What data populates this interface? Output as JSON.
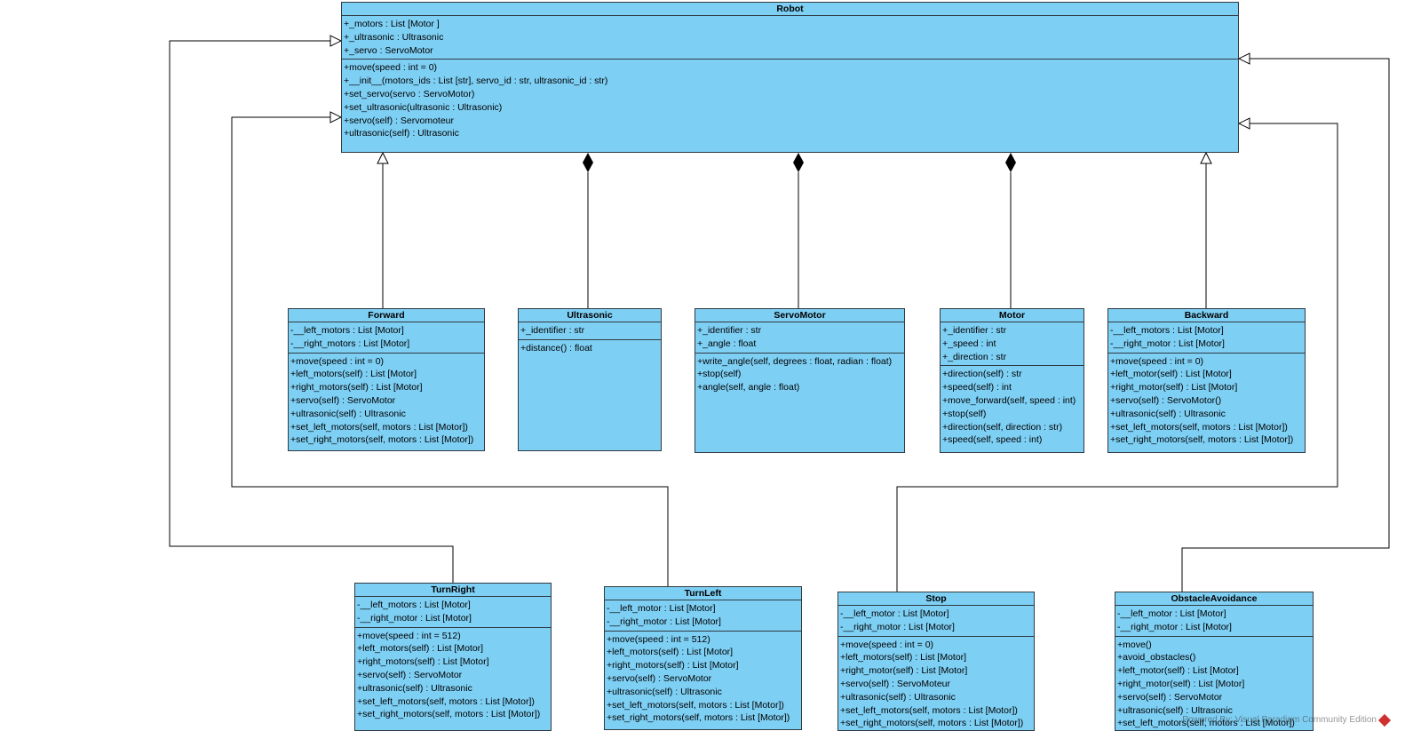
{
  "diagram": {
    "classes": {
      "robot": {
        "name": "Robot",
        "attributes": [
          "+_motors : List [Motor ]",
          "+_ultrasonic : Ultrasonic",
          "+_servo : ServoMotor"
        ],
        "operations": [
          "+move(speed : int = 0)",
          "+__init__(motors_ids : List [str], servo_id : str, ultrasonic_id : str)",
          "+set_servo(servo : ServoMotor)",
          "+set_ultrasonic(ultrasonic : Ultrasonic)",
          "+servo(self) : Servomoteur",
          "+ultrasonic(self) : Ultrasonic"
        ]
      },
      "forward": {
        "name": "Forward",
        "attributes": [
          "-__left_motors : List [Motor]",
          "-__right_motors : List [Motor]"
        ],
        "operations": [
          "+move(speed : int = 0)",
          "+left_motors(self) : List [Motor]",
          "+right_motors(self) : List [Motor]",
          "+servo(self) : ServoMotor",
          "+ultrasonic(self) : Ultrasonic",
          "+set_left_motors(self, motors : List [Motor])",
          "+set_right_motors(self, motors : List [Motor])"
        ]
      },
      "ultrasonic": {
        "name": "Ultrasonic",
        "attributes": [
          "+_identifier : str"
        ],
        "operations": [
          "+distance() : float"
        ]
      },
      "servomotor": {
        "name": "ServoMotor",
        "attributes": [
          "+_identifier : str",
          "+_angle : float"
        ],
        "operations": [
          "+write_angle(self, degrees : float, radian : float)",
          "+stop(self)",
          "+angle(self, angle : float)"
        ]
      },
      "motor": {
        "name": "Motor",
        "attributes": [
          "+_identifier : str",
          "+_speed : int",
          "+_direction : str"
        ],
        "operations": [
          "+direction(self) : str",
          "+speed(self) : int",
          "+move_forward(self, speed : int)",
          "+stop(self)",
          "+direction(self, direction : str)",
          "+speed(self, speed : int)"
        ]
      },
      "backward": {
        "name": "Backward",
        "attributes": [
          "-__left_motors : List [Motor]",
          "-__right_motor : List [Motor]"
        ],
        "operations": [
          "+move(speed : int = 0)",
          "+left_motor(self) : List [Motor]",
          "+right_motor(self) : List [Motor]",
          "+servo(self) : ServoMotor()",
          "+ultrasonic(self) : Ultrasonic",
          "+set_left_motors(self, motors : List [Motor])",
          "+set_right_motors(self, motors : List [Motor])"
        ]
      },
      "turnright": {
        "name": "TurnRight",
        "attributes": [
          "-__left_motors : List [Motor]",
          "-__right_motor : List [Motor]"
        ],
        "operations": [
          "+move(speed : int = 512)",
          "+left_motors(self) : List [Motor]",
          "+right_motors(self) : List [Motor]",
          "+servo(self) : ServoMotor",
          "+ultrasonic(self) : Ultrasonic",
          "+set_left_motors(self, motors : List [Motor])",
          "+set_right_motors(self, motors : List [Motor])"
        ]
      },
      "turnleft": {
        "name": "TurnLeft",
        "attributes": [
          "-__left_motor : List [Motor]",
          "-__right_motor : List [Motor]"
        ],
        "operations": [
          "+move(speed : int = 512)",
          "+left_motors(self) : List [Motor]",
          "+right_motors(self) : List [Motor]",
          "+servo(self) : ServoMotor",
          "+ultrasonic(self) : Ultrasonic",
          "+set_left_motors(self, motors : List [Motor])",
          "+set_right_motors(self, motors : List [Motor])"
        ]
      },
      "stop": {
        "name": "Stop",
        "attributes": [
          "-__left_motor : List [Motor]",
          "-__right_motor : List [Motor]"
        ],
        "operations": [
          "+move(speed : int = 0)",
          "+left_motors(self) : List [Motor]",
          "+right_motor(self) : List [Motor]",
          "+servo(self) : ServoMoteur",
          "+ultrasonic(self) : Ultrasonic",
          "+set_left_motors(self, motors : List [Motor])",
          "+set_right_motors(self, motors : List [Motor])"
        ]
      },
      "obstacleavoidance": {
        "name": "ObstacleAvoidance",
        "attributes": [
          "-__left_motor : List [Motor]",
          "-__right_motor : List [Motor]"
        ],
        "operations": [
          "+move()",
          "+avoid_obstacles()",
          "+left_motor(self) : List [Motor]",
          "+right_motor(self) : List [Motor]",
          "+servo(self) : ServoMotor",
          "+ultrasonic(self) : Ultrasonic",
          "+set_left_motors(self, motors : List [Motor])"
        ]
      }
    },
    "relationships": [
      {
        "type": "generalization",
        "from": "Forward",
        "to": "Robot"
      },
      {
        "type": "generalization",
        "from": "Backward",
        "to": "Robot"
      },
      {
        "type": "generalization",
        "from": "TurnRight",
        "to": "Robot"
      },
      {
        "type": "generalization",
        "from": "TurnLeft",
        "to": "Robot"
      },
      {
        "type": "generalization",
        "from": "Stop",
        "to": "Robot"
      },
      {
        "type": "generalization",
        "from": "ObstacleAvoidance",
        "to": "Robot"
      },
      {
        "type": "composition",
        "from": "Ultrasonic",
        "to": "Robot"
      },
      {
        "type": "composition",
        "from": "ServoMotor",
        "to": "Robot"
      },
      {
        "type": "composition",
        "from": "Motor",
        "to": "Robot"
      }
    ],
    "colors": {
      "class_fill": "#7ecff4",
      "border": "#2f3a42",
      "line": "#000000"
    },
    "watermark": "Powered By: Visual Paradigm Community Edition"
  }
}
